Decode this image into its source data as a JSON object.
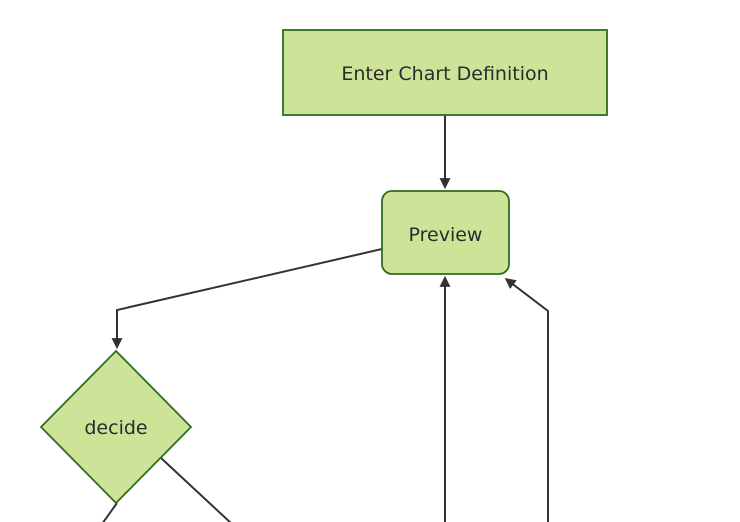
{
  "diagram": {
    "type": "flowchart",
    "nodes": [
      {
        "id": "A",
        "label": "Enter Chart Definition",
        "shape": "rectangle"
      },
      {
        "id": "B",
        "label": "Preview",
        "shape": "rounded-rectangle"
      },
      {
        "id": "C",
        "label": "decide",
        "shape": "diamond"
      }
    ],
    "edges": [
      {
        "from": "A",
        "to": "B",
        "arrow": true
      },
      {
        "from": "B",
        "to": "C",
        "arrow": true
      },
      {
        "from": "offscreen-bottom-1",
        "to": "B",
        "arrow": true
      },
      {
        "from": "offscreen-bottom-2",
        "to": "B",
        "arrow": true
      },
      {
        "from": "C",
        "to": "offscreen-bottom-left",
        "arrow": false
      },
      {
        "from": "C",
        "to": "offscreen-bottom-right",
        "arrow": false
      }
    ]
  },
  "theme": {
    "node_fill": "#cde498",
    "node_stroke": "#2f6c1f",
    "edge_color": "#333333",
    "text_color": "#2b2b2b",
    "canvas_bg": "#ffffff"
  }
}
